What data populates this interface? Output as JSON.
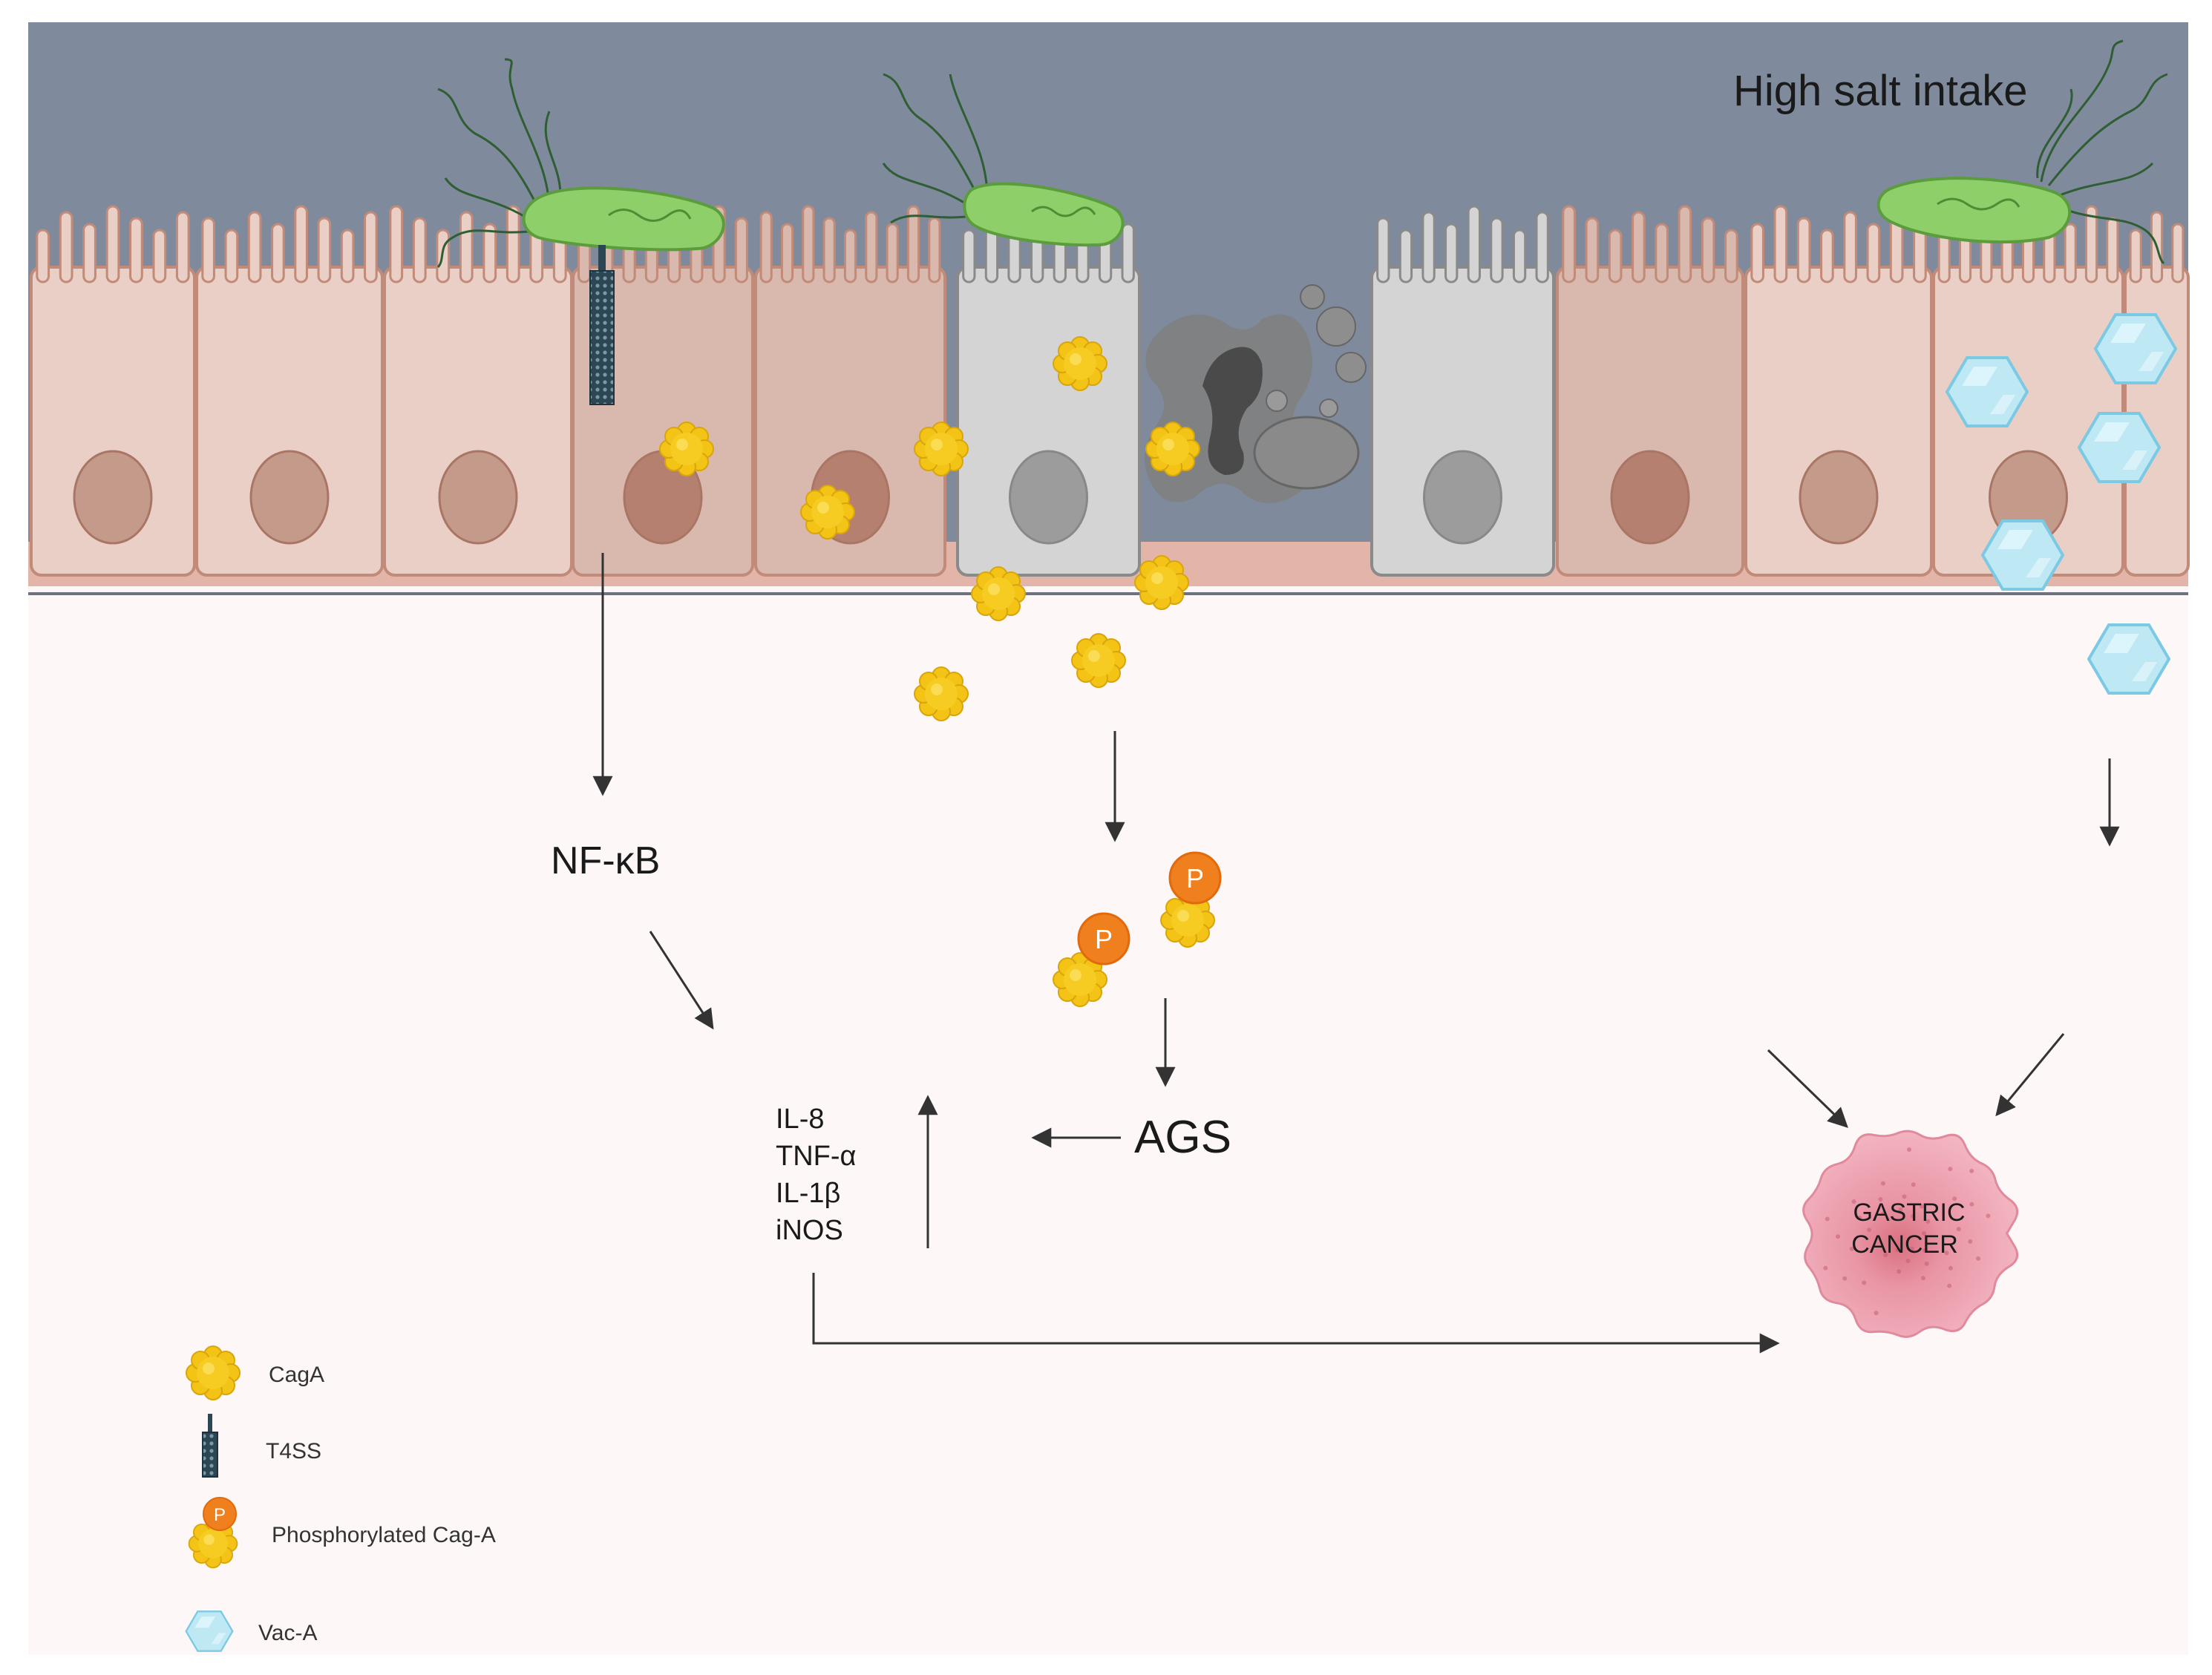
{
  "labels": {
    "high_salt": "High salt intake",
    "nfkb": "NF-κB",
    "ags": "AGS",
    "cytokines": [
      "IL-8",
      "TNF-α",
      "IL-1β",
      "iNOS"
    ],
    "cancer": [
      "GASTRIC",
      "CANCER"
    ],
    "phospho_badge": "P"
  },
  "legend": [
    {
      "label": "CagA",
      "icon": "caga-icon"
    },
    {
      "label": "T4SS",
      "icon": "t4ss-icon"
    },
    {
      "label": "Phosphorylated Cag-A",
      "icon": "phosphorylated-caga-icon"
    },
    {
      "label": "Vac-A",
      "icon": "vaca-icon"
    }
  ],
  "colors": {
    "lumen": "#7f8b9c",
    "cell": "#e9cfc5",
    "cell_infected": "#d9b8ad",
    "cell_grey": "#d4d4d4",
    "nucleus": "#c49a8a",
    "caga": "#f3c316",
    "phospho": "#f07f1e",
    "vaca": "#bfe8f5",
    "bacteria": "#8fcf6a",
    "cancer": "#efa9b7",
    "background": "#fdf8f7"
  }
}
